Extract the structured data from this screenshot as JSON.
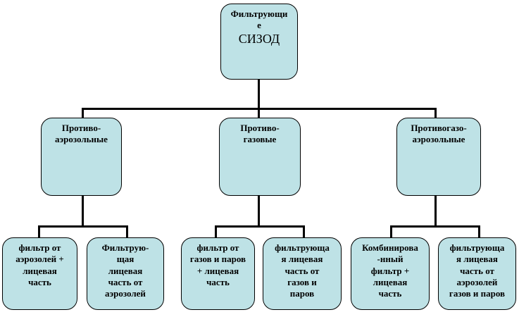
{
  "palette": {
    "box_fill": "#bee2e6",
    "box_border": "#000000",
    "connector": "#000000",
    "background": "#ffffff"
  },
  "diagram": {
    "root": {
      "title": "Фильтрующи\nе",
      "subtitle": "СИЗОД"
    },
    "level2": [
      {
        "label": "Противо-\nаэрозольные"
      },
      {
        "label": "Противо-\nгазовые"
      },
      {
        "label": "Противогазо-\nаэрозольные"
      }
    ],
    "level3": [
      {
        "label": "фильтр от\nаэрозолей +\nлицевая\nчасть"
      },
      {
        "label": "Фильтрую-\nщая\nлицевая\nчасть от\nаэрозолей"
      },
      {
        "label": "фильтр от\nгазов и паров\n+ лицевая\nчасть"
      },
      {
        "label": "фильтрующа\nя лицевая\nчасть от\nгазов и\nпаров"
      },
      {
        "label": "Комбинирова\n-нный\nфильтр +\nлицевая\nчасть"
      },
      {
        "label": "фильтрующа\nя лицевая\nчасть от\nаэрозолей\nгазов и паров"
      }
    ]
  }
}
